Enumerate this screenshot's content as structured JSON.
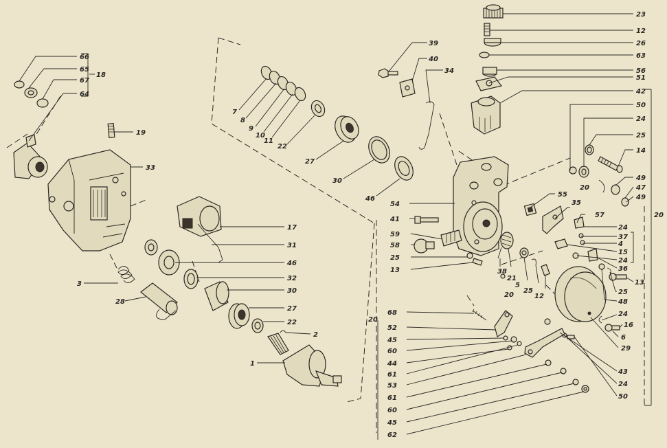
{
  "labels": {
    "l23": "23",
    "l12a": "12",
    "l26": "26",
    "l63": "63",
    "l56": "56",
    "l51": "51",
    "l42": "42",
    "l50a": "50",
    "l24a": "24",
    "l25a": "25",
    "l14": "14",
    "l49a": "49",
    "l47": "47",
    "l49b": "49",
    "l20a": "20",
    "l39": "39",
    "l40": "40",
    "l34": "34",
    "l7": "7",
    "l8": "8",
    "l9": "9",
    "l10": "10",
    "l11": "11",
    "l22a": "22",
    "l27a": "27",
    "l30a": "30",
    "l46a": "46",
    "l66": "66",
    "l65": "65",
    "l67": "67",
    "l64": "64",
    "l18": "18",
    "l19": "19",
    "l33": "33",
    "l17": "17",
    "l31": "31",
    "l46b": "46",
    "l32": "32",
    "l30b": "30",
    "l27b": "27",
    "l22b": "22",
    "l2": "2",
    "l1": "1",
    "l3": "3",
    "l28": "28",
    "l54": "54",
    "l41": "41",
    "l59": "59",
    "l58": "58",
    "l25b": "25",
    "l13a": "13",
    "l55": "55",
    "l35": "35",
    "l57": "57",
    "l24b": "24",
    "l37": "37",
    "l4": "4",
    "l15": "15",
    "l24c": "24",
    "l36": "36",
    "l13b": "13",
    "l25c": "25",
    "l48": "48",
    "l24d": "24",
    "l16": "16",
    "l6": "6",
    "l29": "29",
    "l43": "43",
    "l24e": "24",
    "l50b": "50",
    "l38": "38",
    "l21": "21",
    "l20b": "20",
    "l5": "5",
    "l25d": "25",
    "l12b": "12",
    "l20c": "20",
    "l20d": "20",
    "l68": "68",
    "l52": "52",
    "l45a": "45",
    "l60a": "60",
    "l44": "44",
    "l61a": "61",
    "l53": "53",
    "l61b": "61",
    "l60b": "60",
    "l45b": "45",
    "l62": "62"
  }
}
